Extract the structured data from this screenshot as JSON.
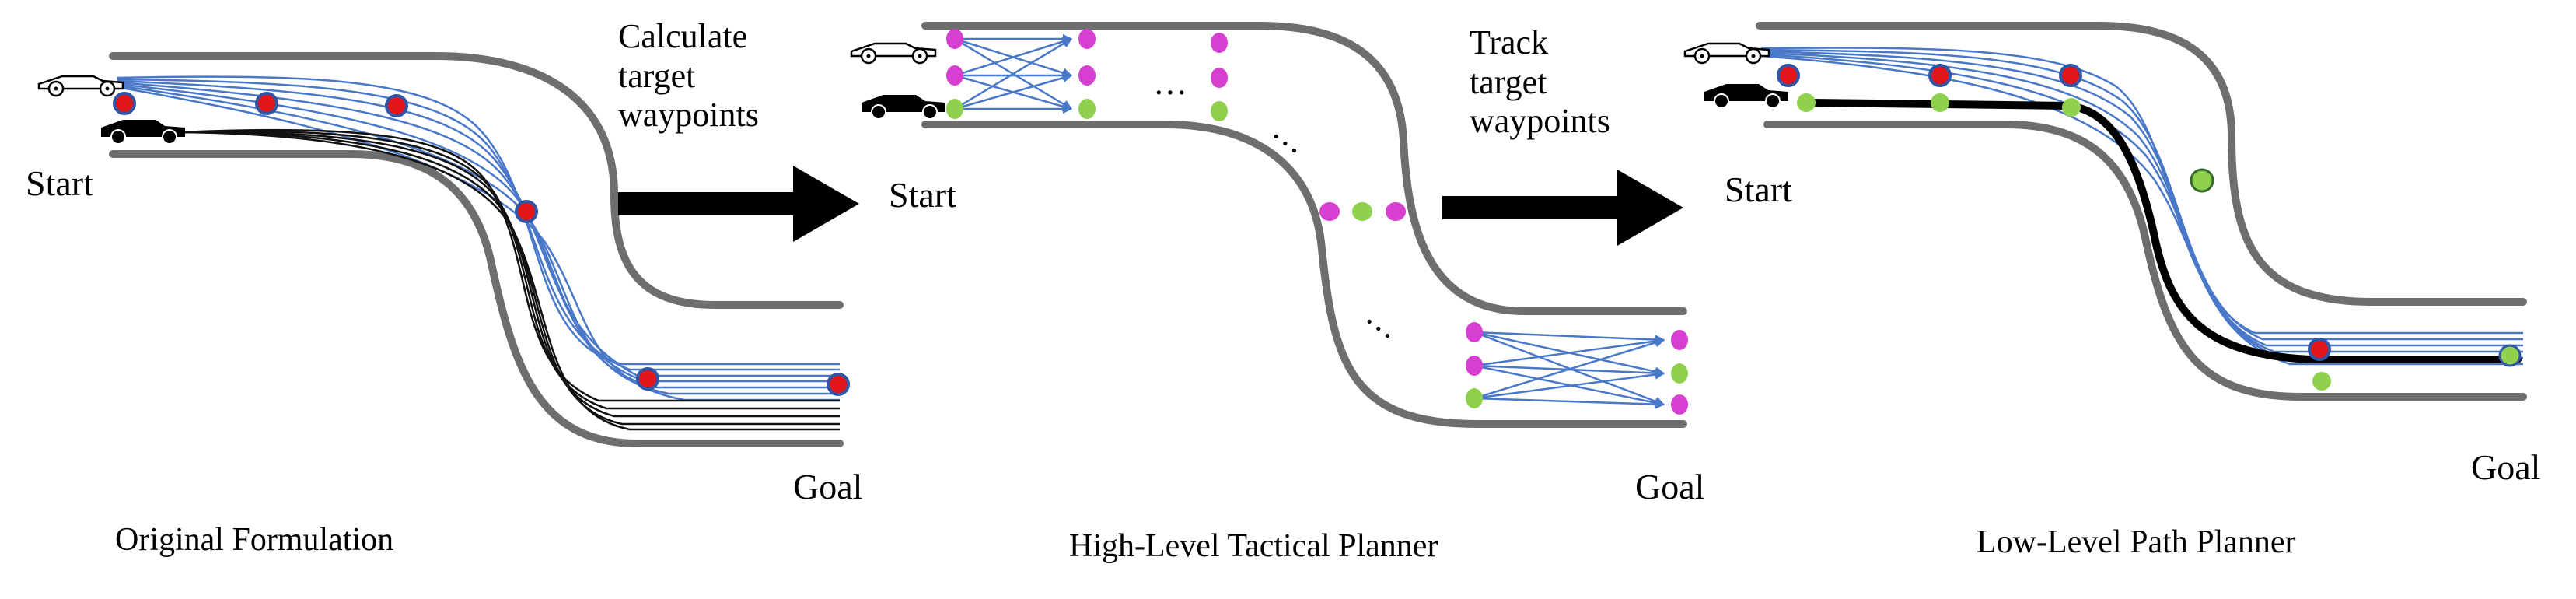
{
  "panels": [
    {
      "caption": "Original Formulation",
      "start": "Start",
      "goal": "Goal"
    },
    {
      "caption": "High-Level Tactical Planner",
      "start": "Start",
      "goal": "Goal"
    },
    {
      "caption": "Low-Level Path Planner",
      "start": "Start",
      "goal": "Goal"
    }
  ],
  "arrows": [
    {
      "label": "Calculate\ntarget\nwaypoints"
    },
    {
      "label": "Track\ntarget\nwaypoints"
    }
  ],
  "ellipsis": "…",
  "colors": {
    "track": "#6e6e6e",
    "path": "#4a78c8",
    "waypoint_red": "#e3161b",
    "waypoint_outline": "#2f55a4",
    "node_magenta": "#d63fd0",
    "node_green": "#8fd14f",
    "arrow": "#000000"
  }
}
